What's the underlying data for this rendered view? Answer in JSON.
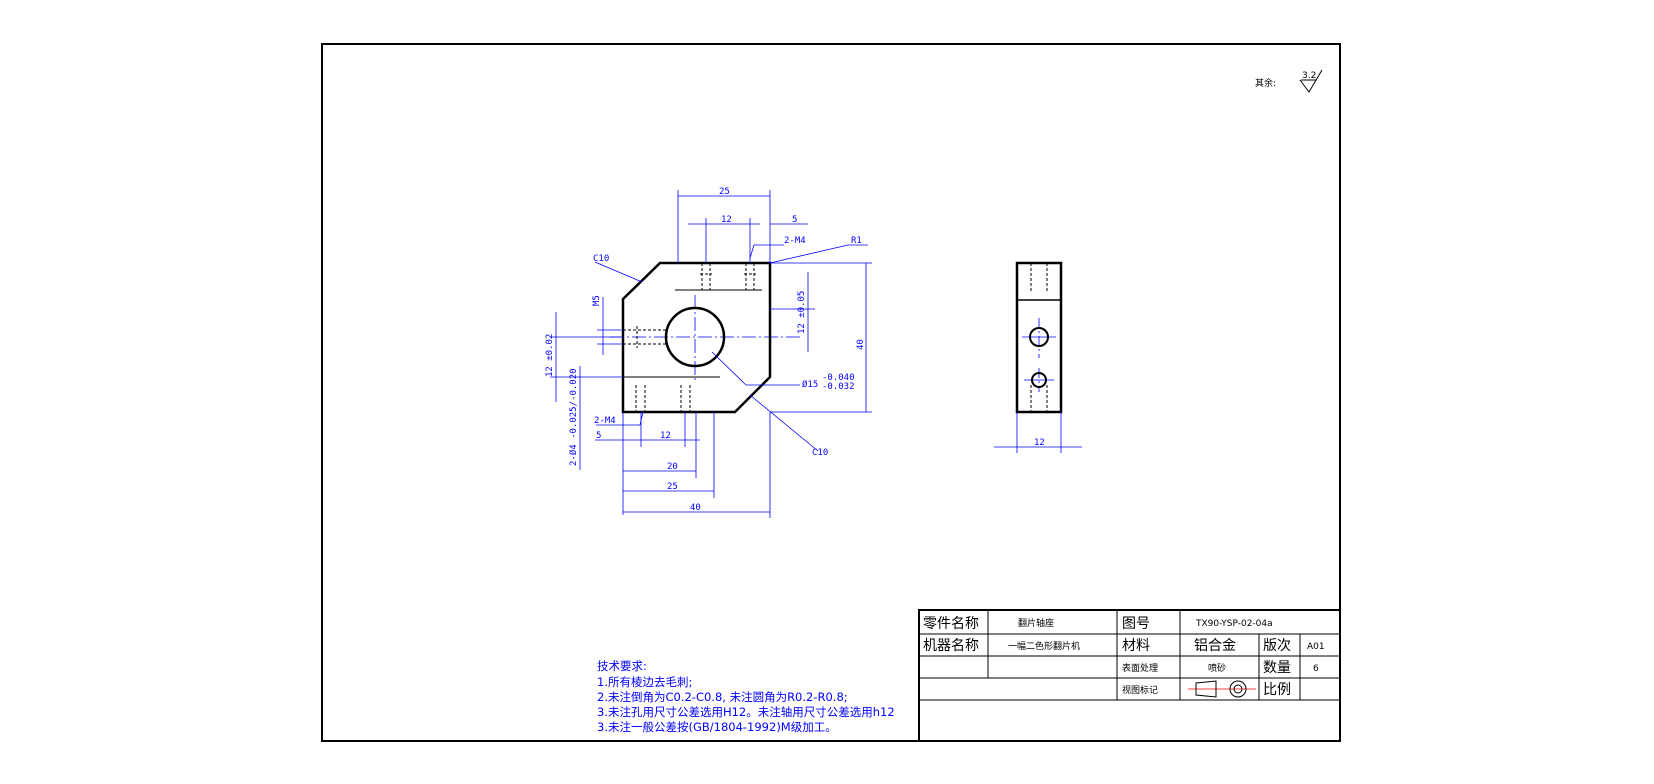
{
  "surface_finish_note": {
    "label": "其余:",
    "roughness": "3.2"
  },
  "views": {
    "front": {
      "chamfer_label_top": "C10",
      "chamfer_label_bottom": "C10",
      "radius_label": "R1",
      "tapped_hole_top": "2-M4",
      "tapped_hole_bottom": "2-M4",
      "dim_top_25": "25",
      "dim_top_12": "12",
      "dim_top_5": "5",
      "dim_m5": "M5",
      "dim_right_12": "12 ±0.05",
      "dim_right_40": "40",
      "dim_left_12": "12 ±0.02",
      "dim_pin": "2-Ø4 -0.025/-0.020",
      "dia_15": "Ø15",
      "dia_15_tol_upper": "-0.040",
      "dia_15_tol_lower": "-0.032",
      "dim_bottom_5": "5",
      "dim_bottom_12": "12",
      "dim_bottom_20": "20",
      "dim_bottom_25": "25",
      "dim_bottom_40": "40"
    },
    "side": {
      "dim_width": "12"
    }
  },
  "tech_requirements": {
    "title": "技术要求:",
    "items": [
      "1.所有棱边去毛刺;",
      "2.未注倒角为C0.2-C0.8, 未注圆角为R0.2-R0.8;",
      "3.未注孔用尺寸公差选用H12。未注轴用尺寸公差选用h12",
      "3.未注一般公差按(GB/1804-1992)M级加工。"
    ]
  },
  "title_block": {
    "part_name_label": "零件名称",
    "part_name": "翻片轴座",
    "drawing_no_label": "图号",
    "drawing_no": "TX90-YSP-02-04a",
    "machine_name_label": "机器名称",
    "machine_name": "一幅二色形翻片机",
    "material_label": "材料",
    "material": "铝合金",
    "revision_label": "版次",
    "revision": "A01",
    "surface_label": "表面处理",
    "surface": "喷砂",
    "quantity_label": "数量",
    "quantity": "6",
    "view_mark_label": "视图标记",
    "scale_label": "比例",
    "scale": ""
  },
  "colors": {
    "dimension": "#0000ff",
    "outline": "#000000"
  }
}
